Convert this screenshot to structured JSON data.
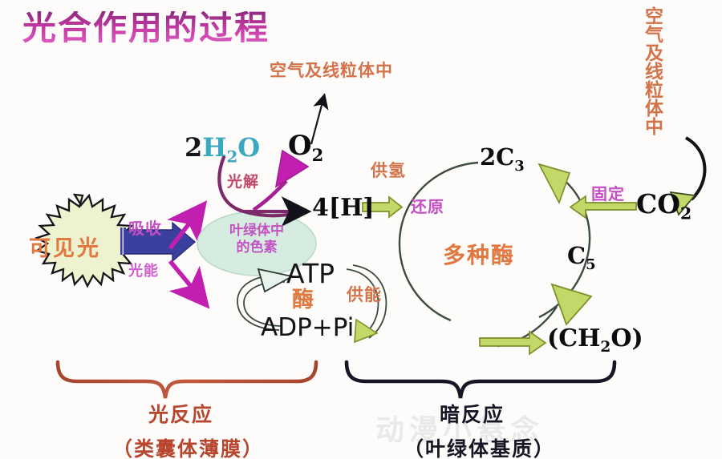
{
  "page": {
    "title": "光合作用的过程",
    "bg_color": "#fdfcfa"
  },
  "colors": {
    "title_purple": "#b3239b",
    "orange_text": "#d4724a",
    "purple_text": "#c44ec4",
    "green_arrow_fill": "#c2d96a",
    "green_arrow_stroke": "#7f8f2a",
    "magenta_arrow": "#c21fb0",
    "blue_arrow": "#3b3f9e",
    "sun_fill": "#eef2cf",
    "chloroplast_fill": "#d6ece0",
    "brace_light": "#b4543a",
    "brace_dark": "#1a1626"
  },
  "labels": {
    "air_mito_top": "空气及线粒体中",
    "air_mito_right": "空气及线粒体中",
    "visible_light": "可见光",
    "absorb": "吸收",
    "light_energy": "光能",
    "water": "2H",
    "water_sub": "2",
    "water_tail": "O",
    "oxygen": "O",
    "oxygen_sub": "2",
    "photolysis": "光解",
    "four_h": "4[H]",
    "supply_hydrogen": "供氢",
    "reduction": "还原",
    "chloroplast_pigment": "叶绿体中\n的色素",
    "chloroplast_pigment_line1": "叶绿体中",
    "chloroplast_pigment_line2": "的色素",
    "atp": "ATP",
    "enzyme": "酶",
    "supply_energy_left": "供能",
    "adp_pi": "ADP+Pi",
    "two_c3": "2C",
    "two_c3_sub": "3",
    "many_enzymes": "多种酶",
    "c5": "C",
    "c5_sub": "5",
    "fixation": "固定",
    "co2": "CO",
    "co2_sub": "2",
    "sugar": "(CH",
    "sugar_sub": "2",
    "sugar_tail": "O)",
    "light_reaction": "光反应",
    "light_reaction_site": "（类囊体薄膜）",
    "dark_reaction": "暗反应",
    "dark_reaction_site": "（叶绿体基质）",
    "watermark": "动漫小悬念"
  },
  "diagram": {
    "type": "photosynthesis-process-flow",
    "light_reaction_inputs": [
      "可见光",
      "2H2O",
      "ADP+Pi"
    ],
    "light_reaction_outputs": [
      "O2",
      "4[H]",
      "ATP"
    ],
    "dark_reaction_inputs": [
      "CO2",
      "4[H]",
      "ATP"
    ],
    "dark_reaction_outputs": [
      "(CH2O)",
      "ADP+Pi"
    ],
    "cycle_intermediates": [
      "2C3",
      "C5"
    ],
    "cycle_steps": [
      "固定",
      "还原"
    ],
    "cycle_catalyst": "多种酶"
  }
}
